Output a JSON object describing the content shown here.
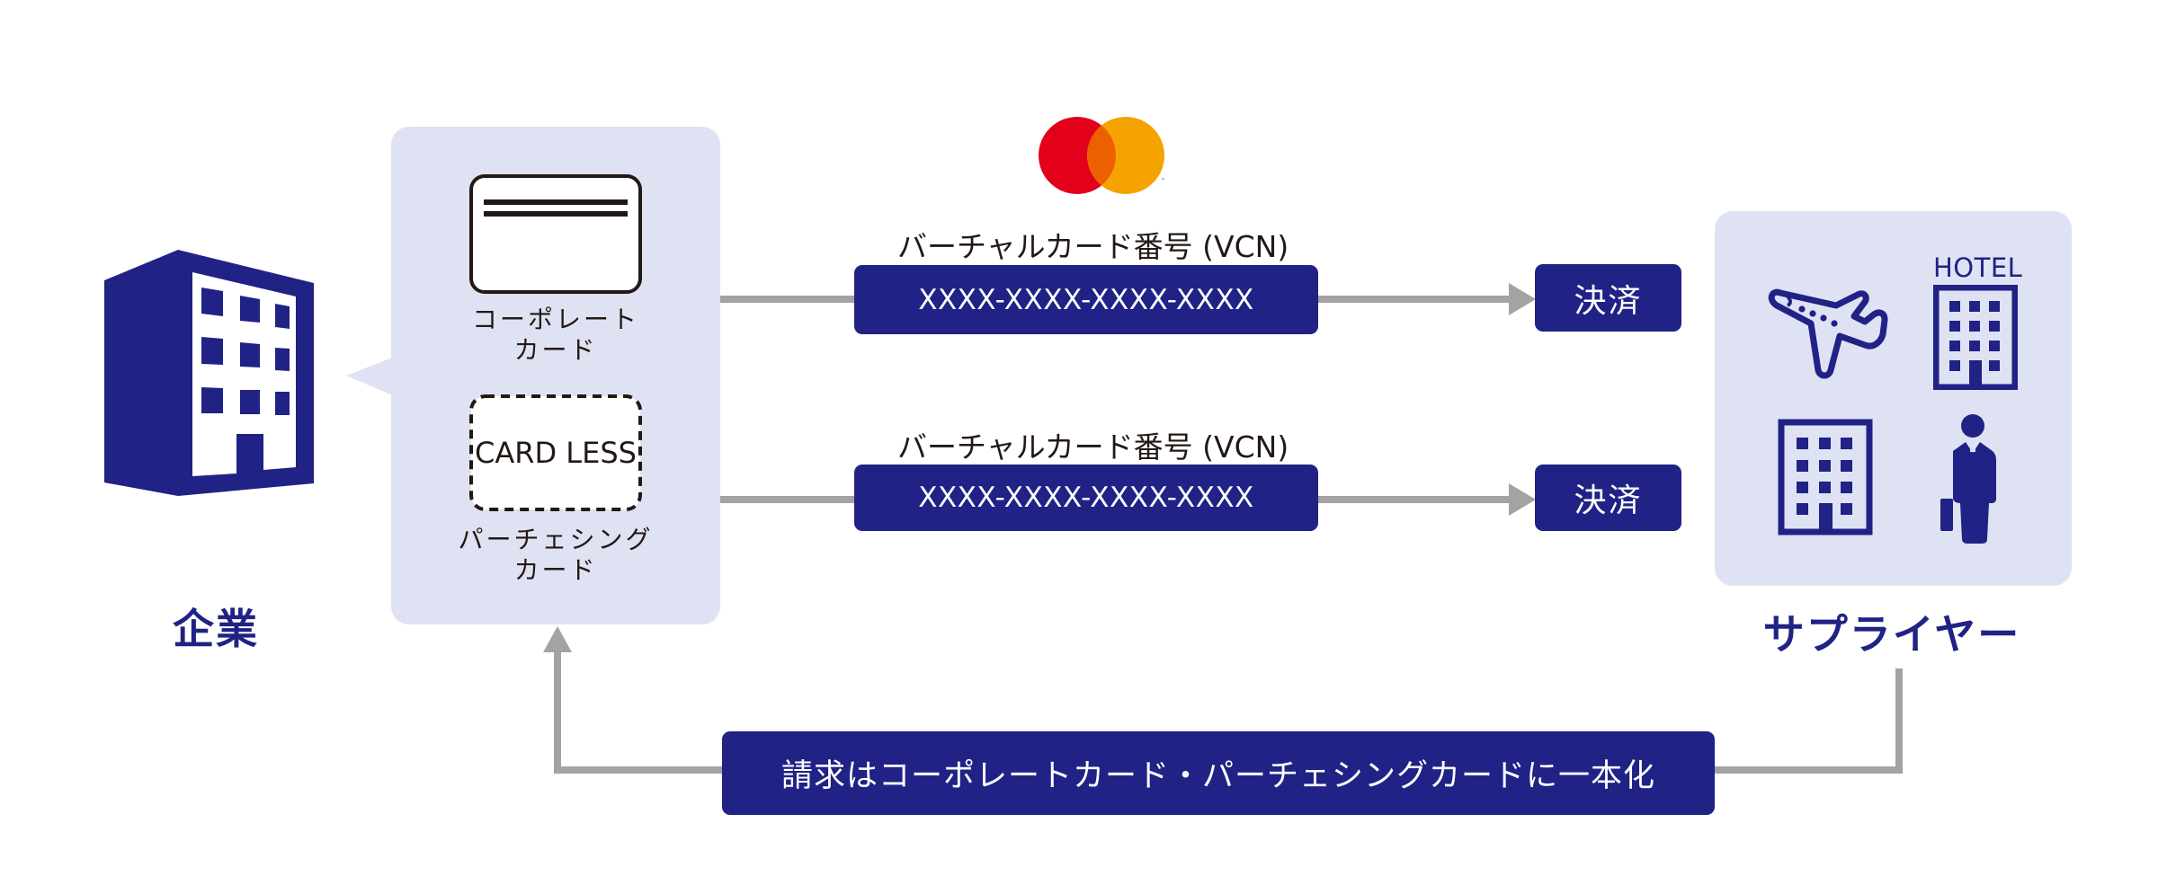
{
  "company": {
    "label": "企業"
  },
  "cards_panel": {
    "corporate_card_label_line1": "コーポレート",
    "corporate_card_label_line2": "カード",
    "cardless_text": "CARD LESS",
    "purchasing_card_label_line1": "パーチェシング",
    "purchasing_card_label_line2": "カード"
  },
  "flows": [
    {
      "vcn_label": "バーチャルカード番号 (VCN)",
      "vcn_number": "XXXX-XXXX-XXXX-XXXX",
      "settlement_label": "決済"
    },
    {
      "vcn_label": "バーチャルカード番号 (VCN)",
      "vcn_number": "XXXX-XXXX-XXXX-XXXX",
      "settlement_label": "決済"
    }
  ],
  "supplier": {
    "label": "サプライヤー",
    "hotel_text": "HOTEL"
  },
  "billing": {
    "label": "請求はコーポレートカード・パーチェシングカードに一本化"
  },
  "colors": {
    "navy": "#202285",
    "panel": "#dfe2f2",
    "connector_gray": "#a3a3a3",
    "mastercard_red": "#e2001a",
    "mastercard_orange": "#f5a300",
    "mastercard_overlap": "#ec6000"
  }
}
